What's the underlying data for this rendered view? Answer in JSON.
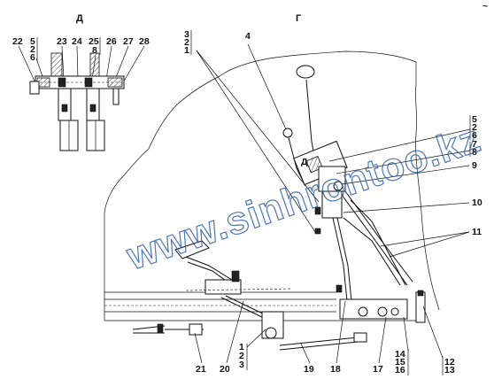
{
  "views": {
    "detail": "Д",
    "main": "Г"
  },
  "corner_mark": "~",
  "watermark": "www.sinhrontoo.kz",
  "detail_callouts": {
    "c22": "22",
    "stack_a": [
      "5",
      "2",
      "6"
    ],
    "c23": "23",
    "c24": "24",
    "stack_b": [
      "25",
      "8"
    ],
    "c26": "26",
    "c27": "27",
    "c28": "28"
  },
  "main_callouts": {
    "stack_top": [
      "3",
      "2",
      "1"
    ],
    "c4": "4",
    "stack_right_a": [
      "5",
      "2",
      "6"
    ],
    "stack_right_b": [
      "7",
      "8"
    ],
    "c9": "9",
    "c10": "10",
    "c11": "11",
    "view_mark_d": "Д",
    "bottom_stack_left": [
      "1",
      "2",
      "3"
    ],
    "c21": "21",
    "c20": "20",
    "c19": "19",
    "c18": "18",
    "c17": "17",
    "bottom_stack_mid": [
      "14",
      "15",
      "16"
    ],
    "bottom_stack_right": [
      "12",
      "13"
    ]
  }
}
